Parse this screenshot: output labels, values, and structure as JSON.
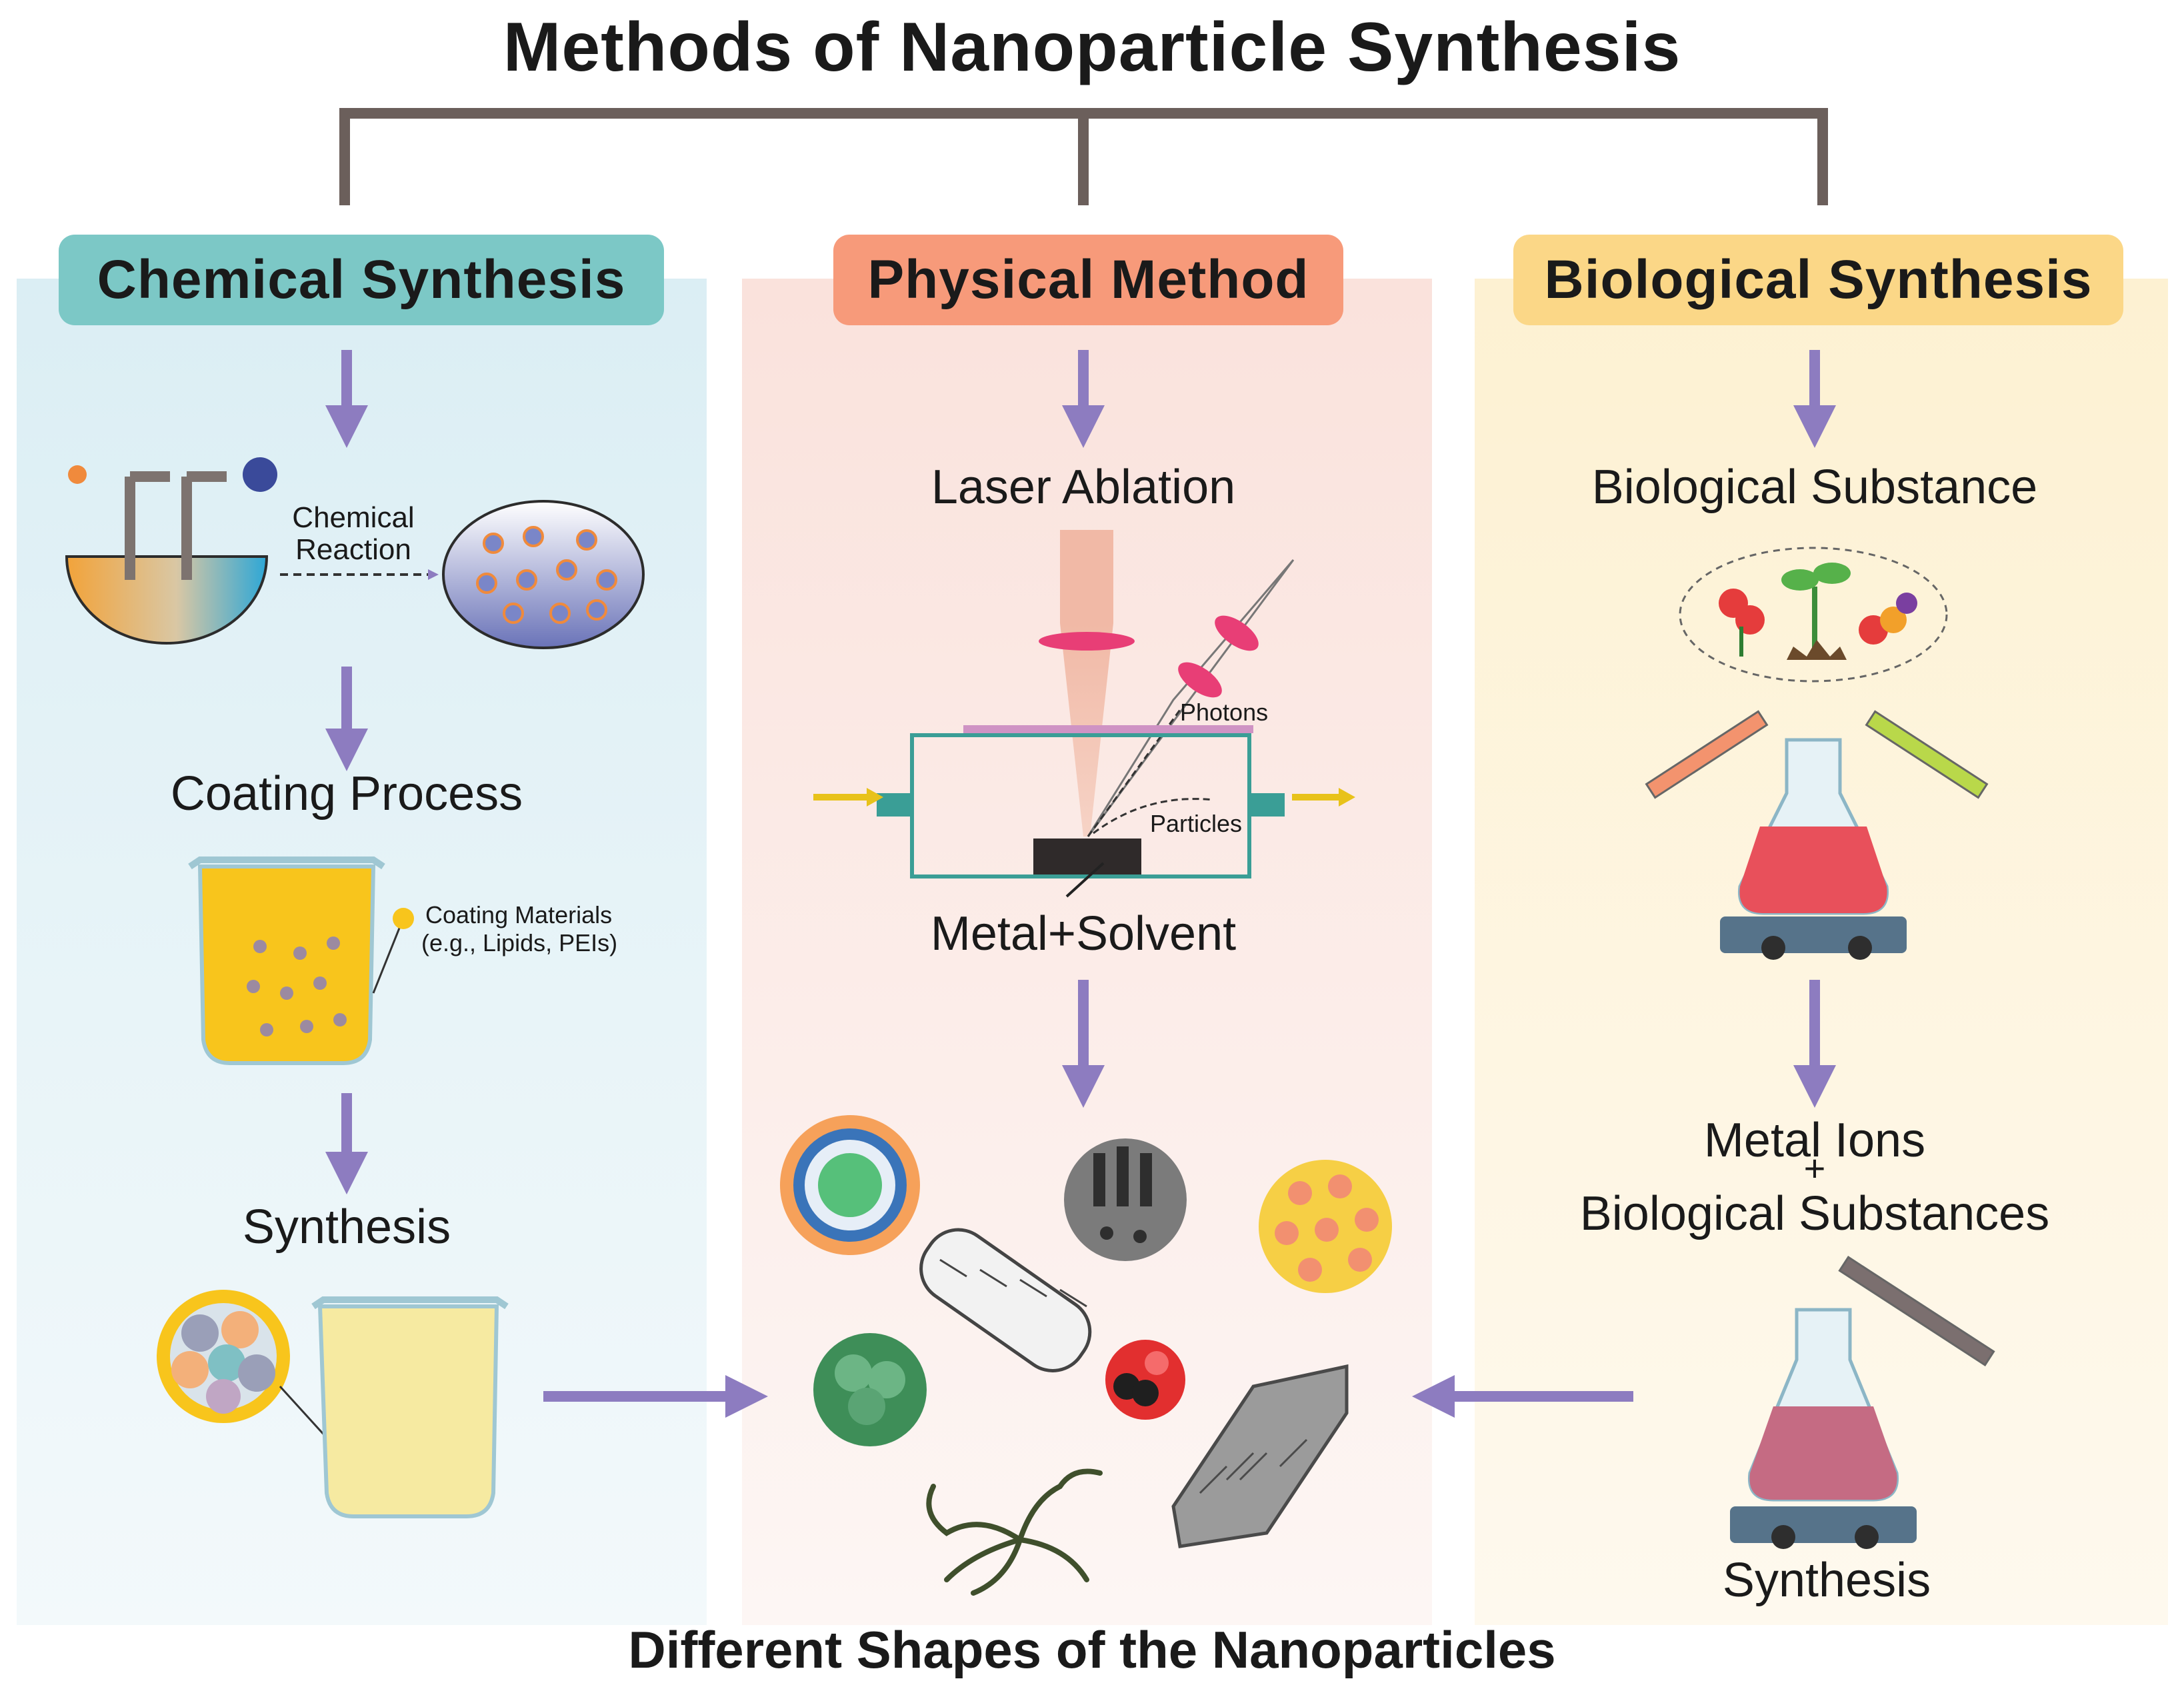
{
  "title": "Methods of Nanoparticle Synthesis",
  "columns": {
    "chemical": {
      "header": "Chemical Synthesis",
      "color": "#7cc8c6",
      "bg": "#e3f1f6",
      "steps": {
        "reaction_label_line1": "Chemical",
        "reaction_label_line2": "Reaction",
        "coating": "Coating Process",
        "coating_materials_line1": "Coating Materials",
        "coating_materials_line2": "(e.g., Lipids, PEIs)",
        "synthesis": "Synthesis"
      }
    },
    "physical": {
      "header": "Physical Method",
      "color": "#f79a7a",
      "bg": "#fbe9e4",
      "steps": {
        "laser": "Laser Ablation",
        "photons": "Photons",
        "particles": "Particles",
        "metal_solvent": "Metal+Solvent"
      }
    },
    "biological": {
      "header": "Biological Synthesis",
      "color": "#fbd787",
      "bg": "#fdf4dc",
      "steps": {
        "substance": "Biological Substance",
        "metal_ions": "Metal Ions",
        "plus": "+",
        "bio_substances": "Biological Substances",
        "synthesis": "Synthesis"
      }
    }
  },
  "bottom_label": "Different Shapes of the Nanoparticles",
  "colors": {
    "bracket": "#6b5f5b",
    "arrow": "#8d7cc0",
    "yellow_arrow": "#e8c21a",
    "chamber": "#3a9e96"
  }
}
